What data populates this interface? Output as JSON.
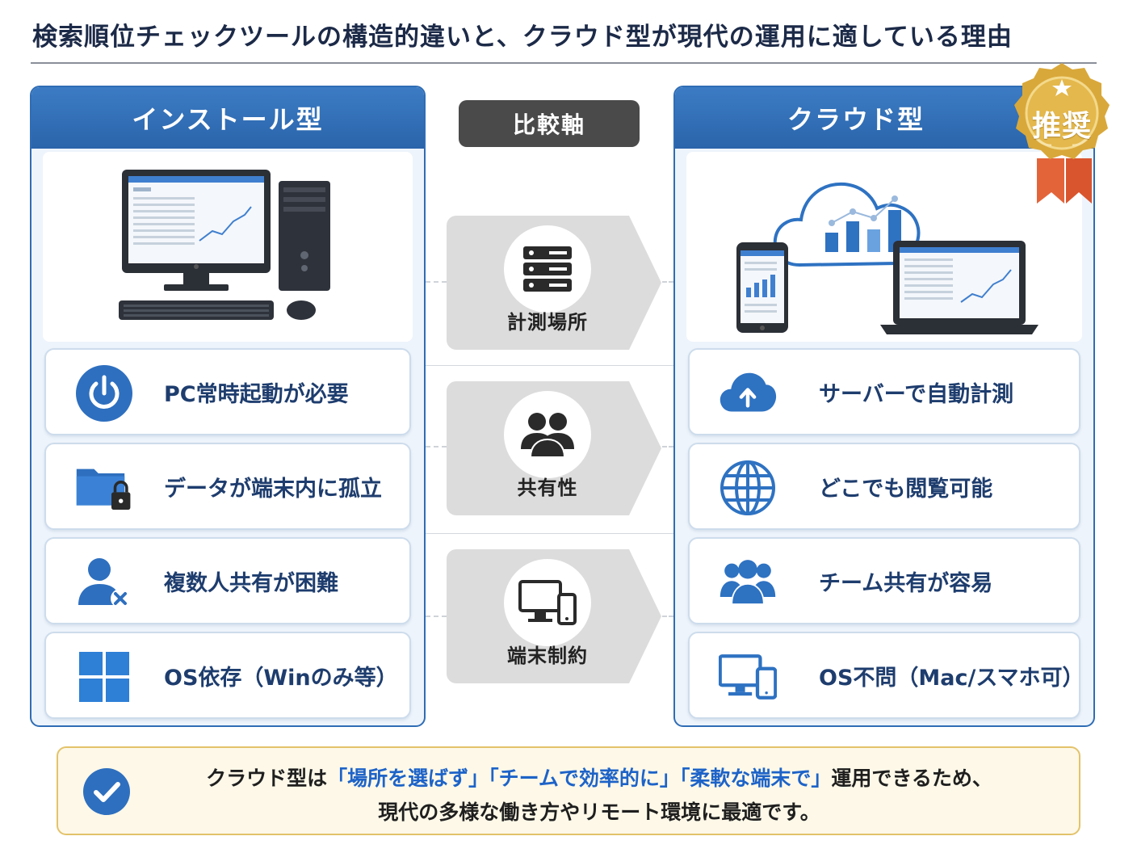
{
  "title": "検索順位チェックツールの構造的違いと、クラウド型が現代の運用に適している理由",
  "left_panel": {
    "title": "インストール型",
    "illustration_icon": "desktop-pc-icon",
    "items": [
      {
        "label": "PC常時起動が必要",
        "icon": "power-icon"
      },
      {
        "label": "データが端末内に孤立",
        "icon": "locked-folder-icon"
      },
      {
        "label": "複数人共有が困難",
        "icon": "user-blocked-icon"
      },
      {
        "label": "OS依存（Winのみ等）",
        "icon": "windows-logo-icon"
      }
    ]
  },
  "center": {
    "header": "比較軸",
    "axes": [
      {
        "label": "計測場所",
        "icon": "server-icon"
      },
      {
        "label": "共有性",
        "icon": "people-icon"
      },
      {
        "label": "端末制約",
        "icon": "devices-icon"
      }
    ]
  },
  "right_panel": {
    "title": "クラウド型",
    "badge": "推奨",
    "illustration_icon": "cloud-devices-icon",
    "items": [
      {
        "label": "サーバーで自動計測",
        "icon": "cloud-upload-icon"
      },
      {
        "label": "どこでも閲覧可能",
        "icon": "globe-icon"
      },
      {
        "label": "チーム共有が容易",
        "icon": "team-icon"
      },
      {
        "label": "OS不問（Mac/スマホ可）",
        "icon": "monitor-phone-icon"
      }
    ]
  },
  "summary": {
    "line1_pre": "クラウド型は",
    "highlight1": "「場所を選ばず」",
    "highlight2": "「チームで効率的に」",
    "highlight3": "「柔軟な端末で」",
    "line1_post": "運用できるため、",
    "line2": "現代の多様な働き方やリモート環境に最適です。"
  },
  "colors": {
    "primary_blue": "#2f6db5",
    "icon_blue": "#2e72c2",
    "axis_grey": "#4a4a4a",
    "badge_gold": "#d9a83a",
    "ribbon_orange": "#e4643a",
    "highlight_blue": "#1d63c8",
    "summary_bg": "#fdf8e8"
  }
}
